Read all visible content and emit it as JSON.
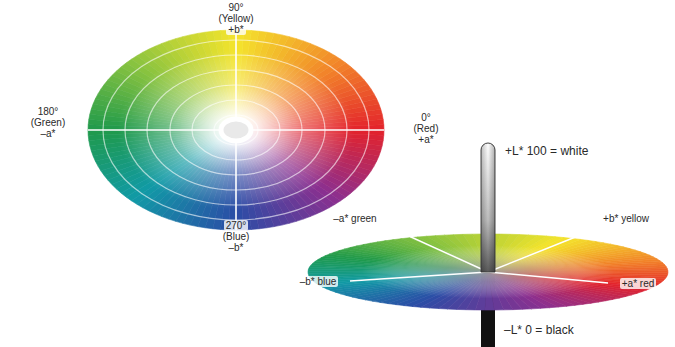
{
  "diagram": {
    "labels": [
      "90°",
      "(Yellow)",
      "+b*",
      "180°",
      "(Green)",
      "–a*",
      "0°",
      "(Red)",
      "+a*",
      "270°",
      "(Blue)",
      "–b*",
      "+L* 100 = white",
      "–a* green",
      "+b* yellow",
      "–b* blue",
      "+a* red",
      "–L* 0 = black"
    ]
  }
}
